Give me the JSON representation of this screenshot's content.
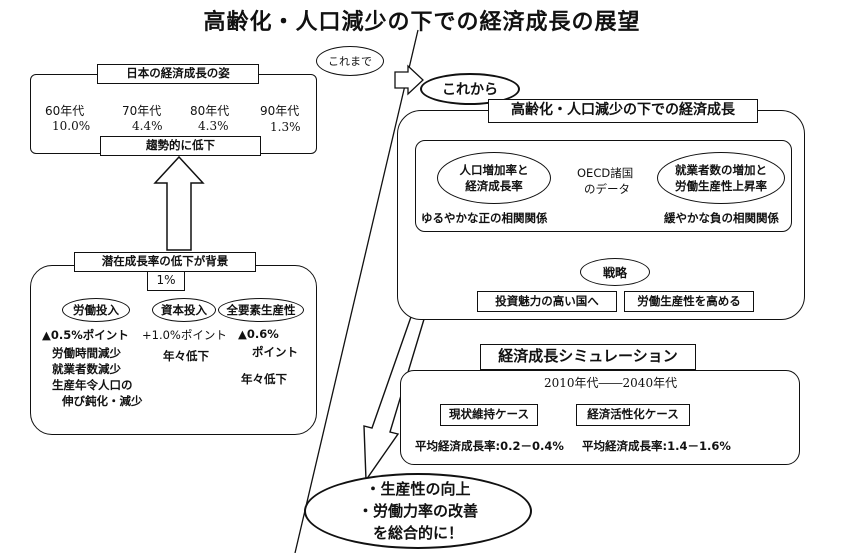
{
  "title": "高齢化・人口減少の下での経済成長の展望",
  "until_now": "これまで",
  "from_now": "これから",
  "japan_growth": {
    "header": "日本の経済成長の姿",
    "decades": [
      {
        "label": "60年代",
        "value": "10.0%"
      },
      {
        "label": "70年代",
        "value": "4.4%"
      },
      {
        "label": "80年代",
        "value": "4.3%"
      },
      {
        "label": "90年代",
        "value": "1.3%"
      }
    ],
    "trend": "趨勢的に低下"
  },
  "potential": {
    "header": "潜在成長率の低下が背景",
    "rate": "1%",
    "labor": {
      "label": "労働投入",
      "value": "▲0.5%ポイント",
      "notes": [
        "労働時間減少",
        "就業者数減少",
        "生産年令人口の",
        "伸び鈍化・減少"
      ]
    },
    "capital": {
      "label": "資本投入",
      "value": "+1.0%ポイント",
      "note": "年々低下"
    },
    "tfp": {
      "label": "全要素生産性",
      "value1": "▲0.6%",
      "value2": "ポイント",
      "note": "年々低下"
    }
  },
  "aging_growth": {
    "header": "高齢化・人口減少の下での経済成長",
    "left_oval": [
      "人口増加率と",
      "経済成長率"
    ],
    "oecd": [
      "OECD諸国",
      "のデータ"
    ],
    "right_oval": [
      "就業者数の増加と",
      "労働生産性上昇率"
    ],
    "left_relation": "ゆるやかな正の相関関係",
    "right_relation": "緩やかな負の相関関係",
    "strategy": "戦略",
    "strategy_left": "投資魅力の高い国へ",
    "strategy_right": "労働生産性を高める"
  },
  "simulation": {
    "header": "経済成長シミュレーション",
    "period": "2010年代――2040年代",
    "case1": "現状維持ケース",
    "case1_rate": "平均経済成長率:0.2－0.4%",
    "case2": "経済活性化ケース",
    "case2_rate": "平均経済成長率:1.4－1.6%"
  },
  "conclusion": [
    "・生産性の向上",
    "・労働力率の改善",
    "を総合的に！"
  ]
}
